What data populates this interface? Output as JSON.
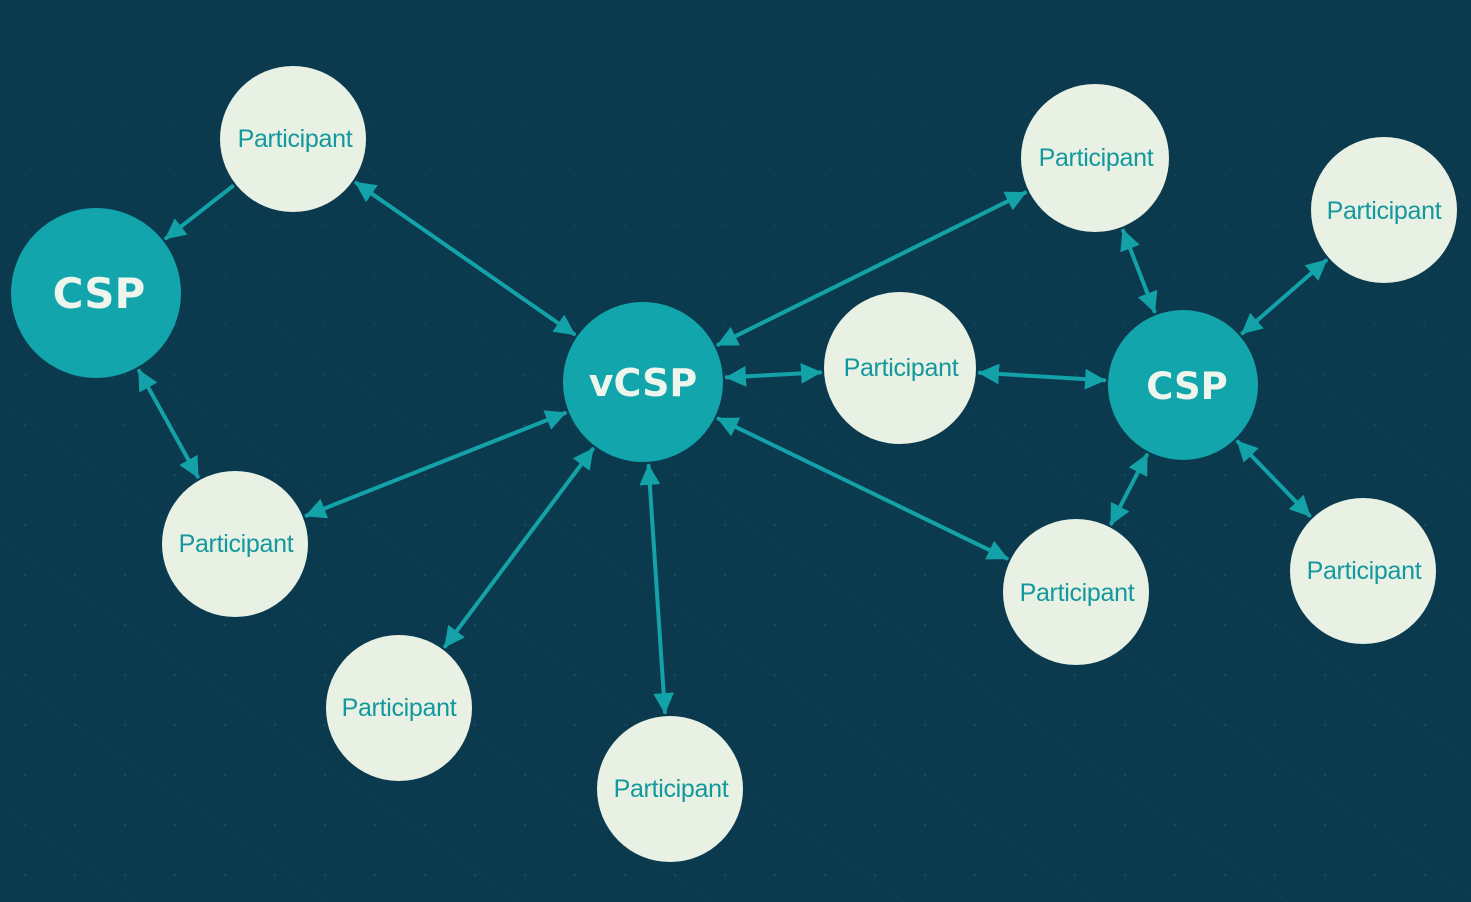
{
  "diagram": {
    "colors": {
      "background": "#0b3a4e",
      "hub_fill": "#12a5ac",
      "participant_fill": "#e8f1e3",
      "participant_text": "#13989e",
      "hub_text": "#eef5ec",
      "edge": "#13a2a8"
    },
    "nodes": {
      "csp_left": {
        "label": "CSP",
        "kind": "hub"
      },
      "vcsp": {
        "label": "vCSP",
        "kind": "hub"
      },
      "csp_right": {
        "label": "CSP",
        "kind": "hub"
      },
      "participant_top_left": {
        "label": "Participant",
        "kind": "participant"
      },
      "participant_mid_left": {
        "label": "Participant",
        "kind": "participant"
      },
      "participant_bottom_left": {
        "label": "Participant",
        "kind": "participant"
      },
      "participant_bottom_center": {
        "label": "Participant",
        "kind": "participant"
      },
      "participant_center": {
        "label": "Participant",
        "kind": "participant"
      },
      "participant_top_right": {
        "label": "Participant",
        "kind": "participant"
      },
      "participant_far_right": {
        "label": "Participant",
        "kind": "participant"
      },
      "participant_bottom_right": {
        "label": "Participant",
        "kind": "participant"
      },
      "participant_lower_right": {
        "label": "Participant",
        "kind": "participant"
      }
    },
    "edges": [
      {
        "from": "participant_top_left",
        "to": "csp_left",
        "direction": "to"
      },
      {
        "from": "csp_left",
        "to": "participant_mid_left",
        "direction": "both"
      },
      {
        "from": "participant_top_left",
        "to": "vcsp",
        "direction": "both"
      },
      {
        "from": "participant_mid_left",
        "to": "vcsp",
        "direction": "both"
      },
      {
        "from": "participant_bottom_left",
        "to": "vcsp",
        "direction": "both"
      },
      {
        "from": "participant_bottom_center",
        "to": "vcsp",
        "direction": "both"
      },
      {
        "from": "vcsp",
        "to": "participant_center",
        "direction": "both"
      },
      {
        "from": "vcsp",
        "to": "participant_top_right",
        "direction": "both"
      },
      {
        "from": "vcsp",
        "to": "participant_lower_right",
        "direction": "both"
      },
      {
        "from": "participant_center",
        "to": "csp_right",
        "direction": "both"
      },
      {
        "from": "participant_top_right",
        "to": "csp_right",
        "direction": "both"
      },
      {
        "from": "participant_far_right",
        "to": "csp_right",
        "direction": "both"
      },
      {
        "from": "csp_right",
        "to": "participant_lower_right",
        "direction": "both"
      },
      {
        "from": "csp_right",
        "to": "participant_bottom_right",
        "direction": "both"
      }
    ]
  }
}
